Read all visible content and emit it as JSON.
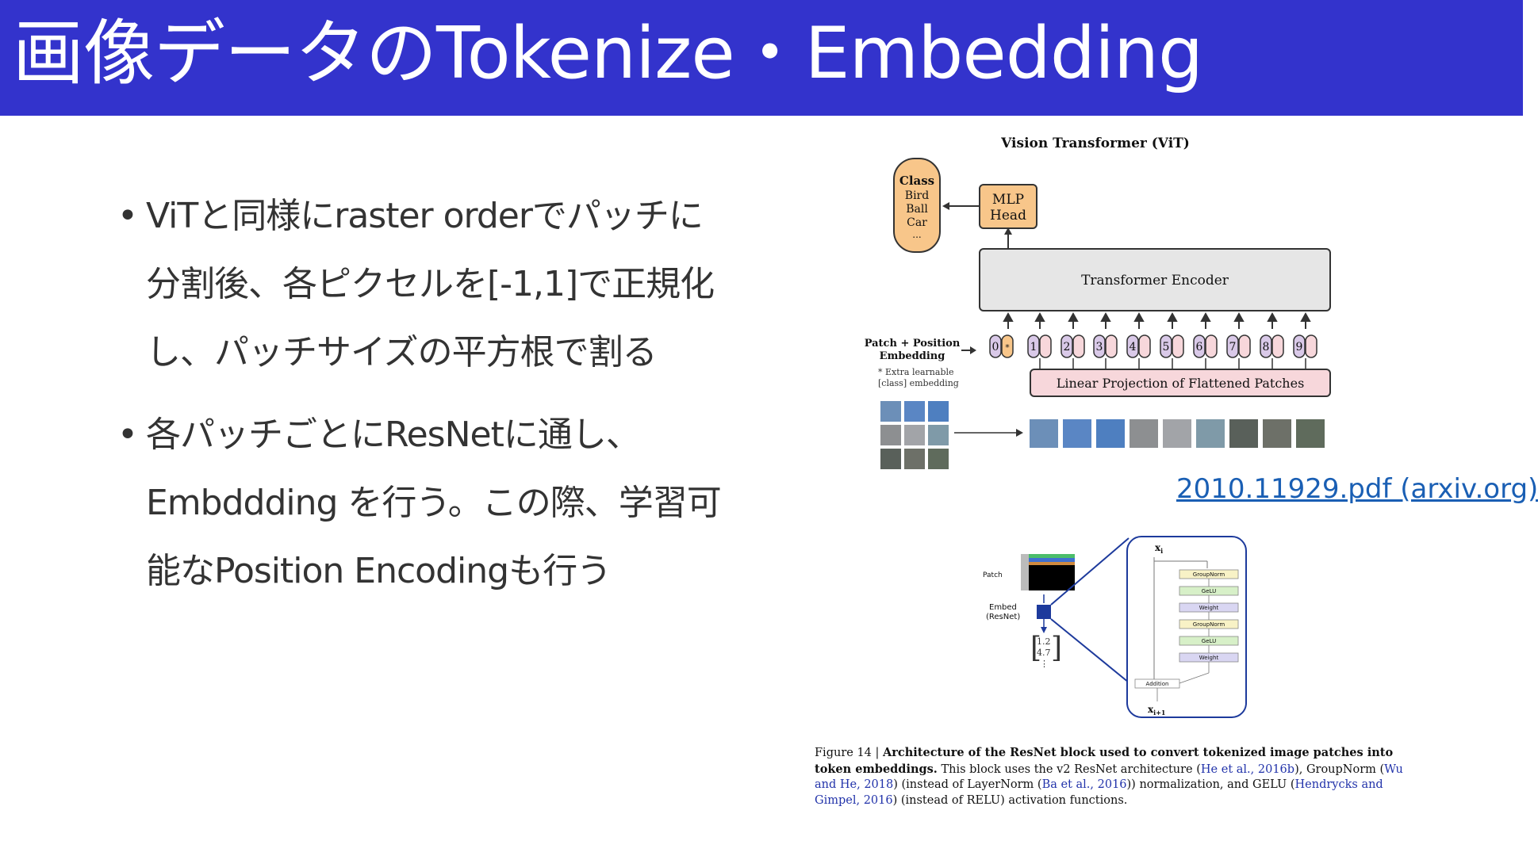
{
  "header": {
    "title": "画像データのTokenize・Embedding"
  },
  "bullets": [
    "ViTと同様にraster orderでパッチに分割後、各ピクセルを[-1,1]で正規化し、パッチサイズの平方根で割る",
    "各パッチごとにResNetに通し、Embddding を行う。この際、学習可能なPosition Encodingも行う"
  ],
  "vit_figure": {
    "title": "Vision Transformer (ViT)",
    "class_box": {
      "heading": "Class",
      "items": [
        "Bird",
        "Ball",
        "Car",
        "..."
      ]
    },
    "mlp_head": [
      "MLP",
      "Head"
    ],
    "encoder": "Transformer Encoder",
    "patch_position_label": [
      "Patch + Position",
      "Embedding"
    ],
    "extra_note": [
      "* Extra learnable",
      "[class] embedding"
    ],
    "tokens": [
      "0",
      "1",
      "2",
      "3",
      "4",
      "5",
      "6",
      "7",
      "8",
      "9"
    ],
    "projection": "Linear Projection of Flattened Patches"
  },
  "source_link": "2010.11929.pdf (arxiv.org)",
  "resnet_figure": {
    "patch_label": "Patch",
    "embed_label": [
      "Embed",
      "(ResNet)"
    ],
    "vector": [
      "1.2",
      "4.7",
      "⋮"
    ],
    "xi": "x",
    "xi_sub": "i",
    "xi1_sub": "i+1",
    "blocks": [
      "GroupNorm",
      "GeLU",
      "Weight",
      "GroupNorm",
      "GeLU",
      "Weight"
    ],
    "addition": "Addition"
  },
  "caption": {
    "prefix": "Figure 14 | ",
    "bold": "Architecture of the ResNet block used to convert tokenized image patches into token embeddings.",
    "t1": " This block uses the v2 ResNet architecture (",
    "c1": "He et al., 2016b",
    "t2": "), GroupNorm (",
    "c2": "Wu and He, 2018",
    "t3": ") (instead of LayerNorm (",
    "c3": "Ba et al., 2016",
    "t4": ")) normalization, and GELU (",
    "c4": "Hendrycks and Gimpel, 2016",
    "t5": ") (instead of RELU) activation functions."
  },
  "colors": {
    "header_bg": "#3333cc",
    "class_box": "#f8c68a",
    "mlp_box": "#f8c68a",
    "encoder_box": "#e6e6e6",
    "token_box": "#d9c9e8",
    "projection_box": "#f7d7db",
    "link": "#1a5fb4"
  }
}
